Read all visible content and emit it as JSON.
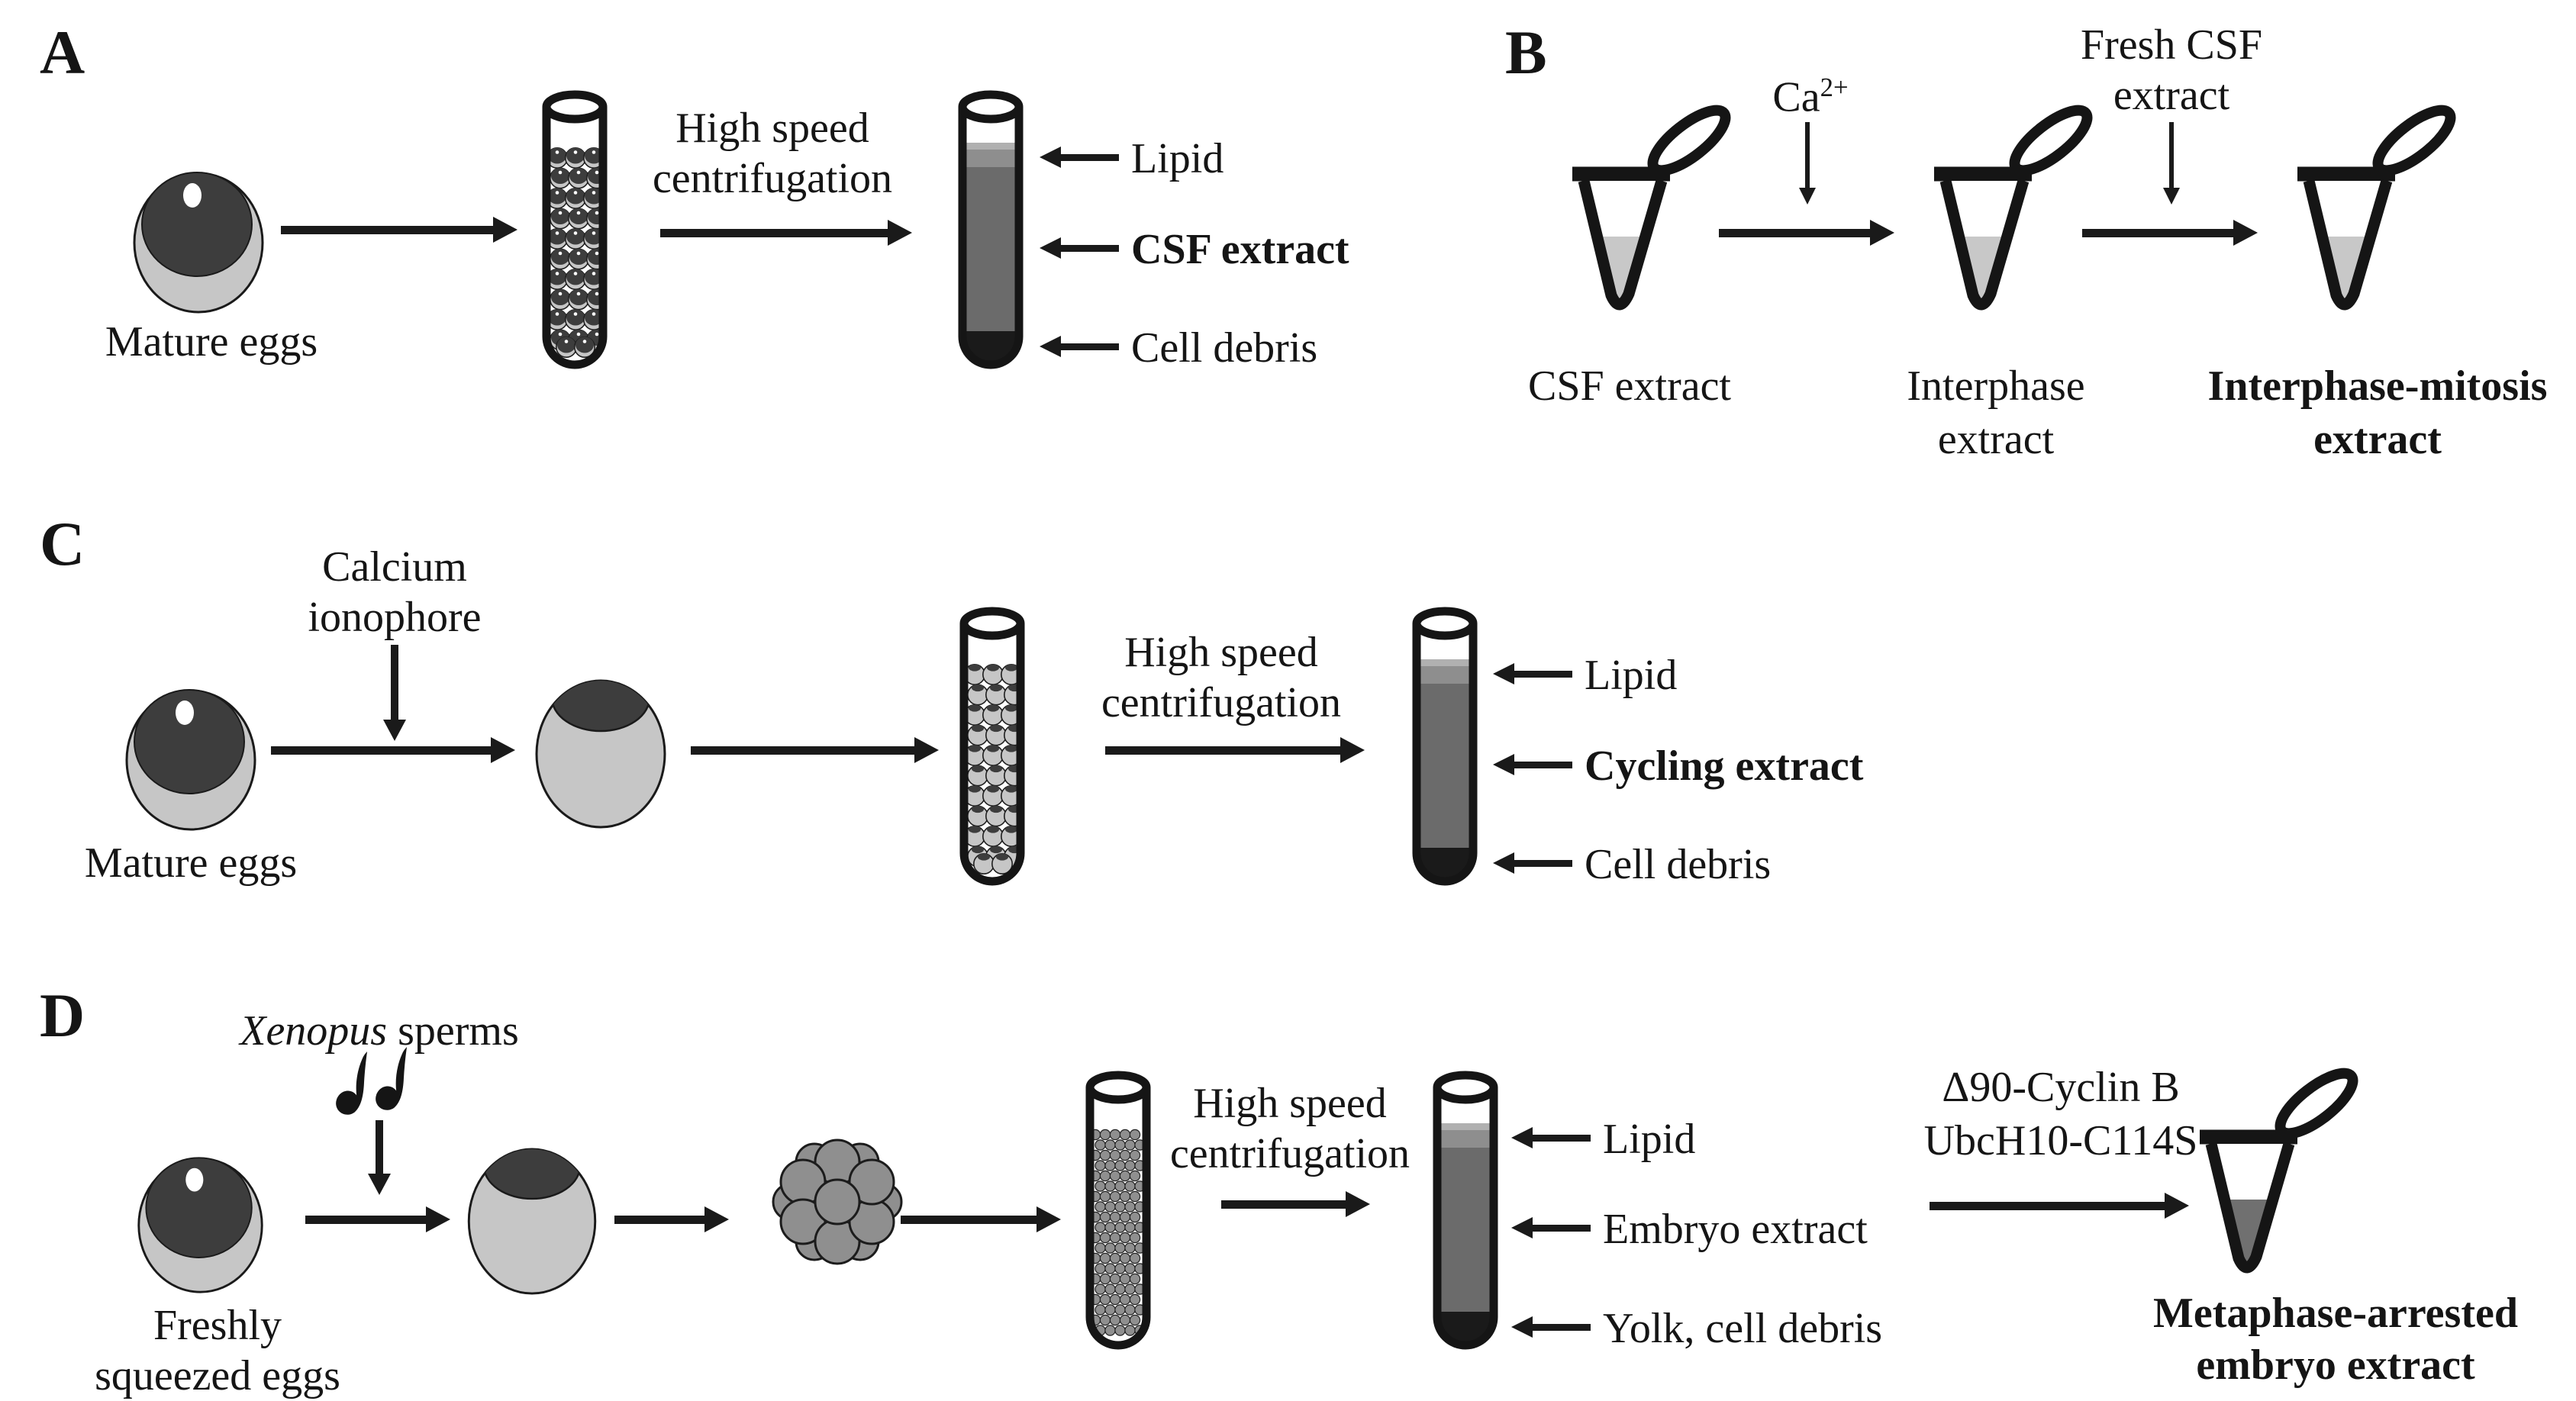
{
  "colors": {
    "ink": "#1a1a1a",
    "egg_light": "#c6c6c6",
    "egg_dark": "#3d3d3d",
    "lipid_top": "#b0b0b0",
    "lipid": "#8e8e8e",
    "extract": "#6b6b6b",
    "debris": "#1a1a1a",
    "csf_liquid": "#c8c8c8",
    "metaphase_liquid": "#707070",
    "embryo_cell": "#8f8f8f"
  },
  "panelA": {
    "letter": "A",
    "source_label": "Mature eggs",
    "process_line1": "High speed",
    "process_line2": "centrifugation",
    "layer_labels": {
      "lipid": "Lipid",
      "extract": "CSF extract",
      "debris": "Cell debris"
    }
  },
  "panelB": {
    "letter": "B",
    "reagent1_base": "Ca",
    "reagent1_sup": "2+",
    "reagent2_line1": "Fresh CSF",
    "reagent2_line2": "extract",
    "caption1": "CSF extract",
    "caption2_line1": "Interphase",
    "caption2_line2": "extract",
    "caption3_line1": "Interphase-mitosis",
    "caption3_line2": "extract"
  },
  "panelC": {
    "letter": "C",
    "reagent_line1": "Calcium",
    "reagent_line2": "ionophore",
    "source_label": "Mature eggs",
    "process_line1": "High speed",
    "process_line2": "centrifugation",
    "layer_labels": {
      "lipid": "Lipid",
      "extract": "Cycling extract",
      "debris": "Cell debris"
    }
  },
  "panelD": {
    "letter": "D",
    "sperm_label_italic": "Xenopus",
    "sperm_label_rest": " sperms",
    "source_line1": "Freshly",
    "source_line2": "squeezed eggs",
    "process_line1": "High speed",
    "process_line2": "centrifugation",
    "layer_labels": {
      "lipid": "Lipid",
      "extract": "Embryo extract",
      "debris": "Yolk, cell debris"
    },
    "reagent_line1": "Δ90-Cyclin B",
    "reagent_line2": "UbcH10-C114S",
    "result_line1": "Metaphase-arrested",
    "result_line2": "embryo extract"
  }
}
